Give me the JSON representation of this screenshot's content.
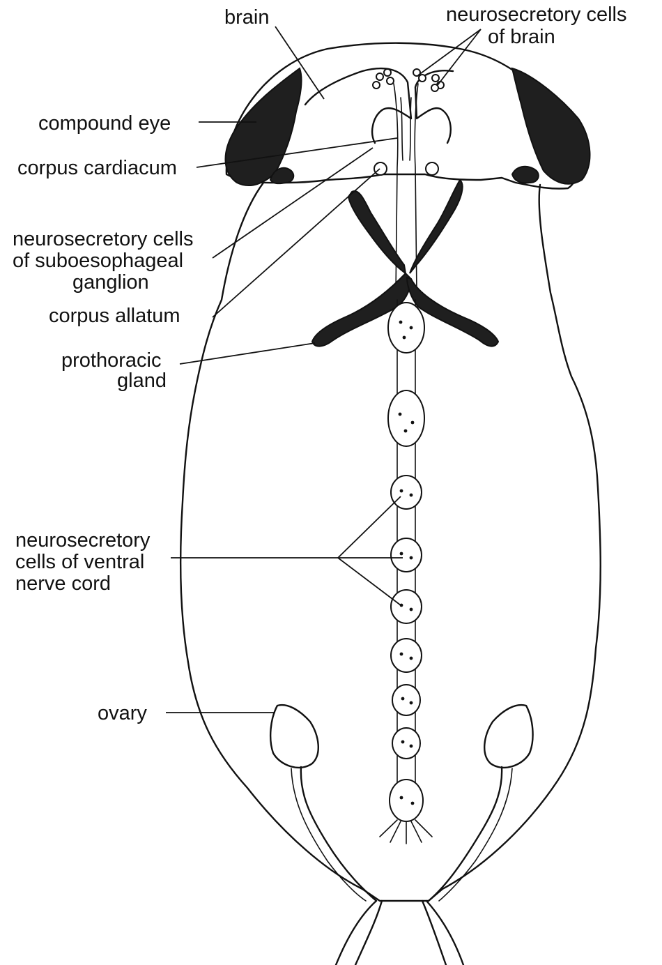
{
  "labels": {
    "brain": "brain",
    "neurosecretory_brain_1": "neurosecretory cells",
    "neurosecretory_brain_2": "of brain",
    "compound_eye": "compound eye",
    "corpus_cardiacum": "corpus cardiacum",
    "neurosecretory_sub_1": "neurosecretory cells",
    "neurosecretory_sub_2": "of suboesophageal",
    "neurosecretory_sub_3": "ganglion",
    "corpus_allatum": "corpus allatum",
    "prothoracic_1": "prothoracic",
    "prothoracic_2": "gland",
    "ventral_1": "neurosecretory",
    "ventral_2": "cells of ventral",
    "ventral_3": "nerve cord",
    "ovary": "ovary"
  },
  "colors": {
    "line": "#111111",
    "gland_fill": "#1f1f1f",
    "background": "#ffffff"
  }
}
